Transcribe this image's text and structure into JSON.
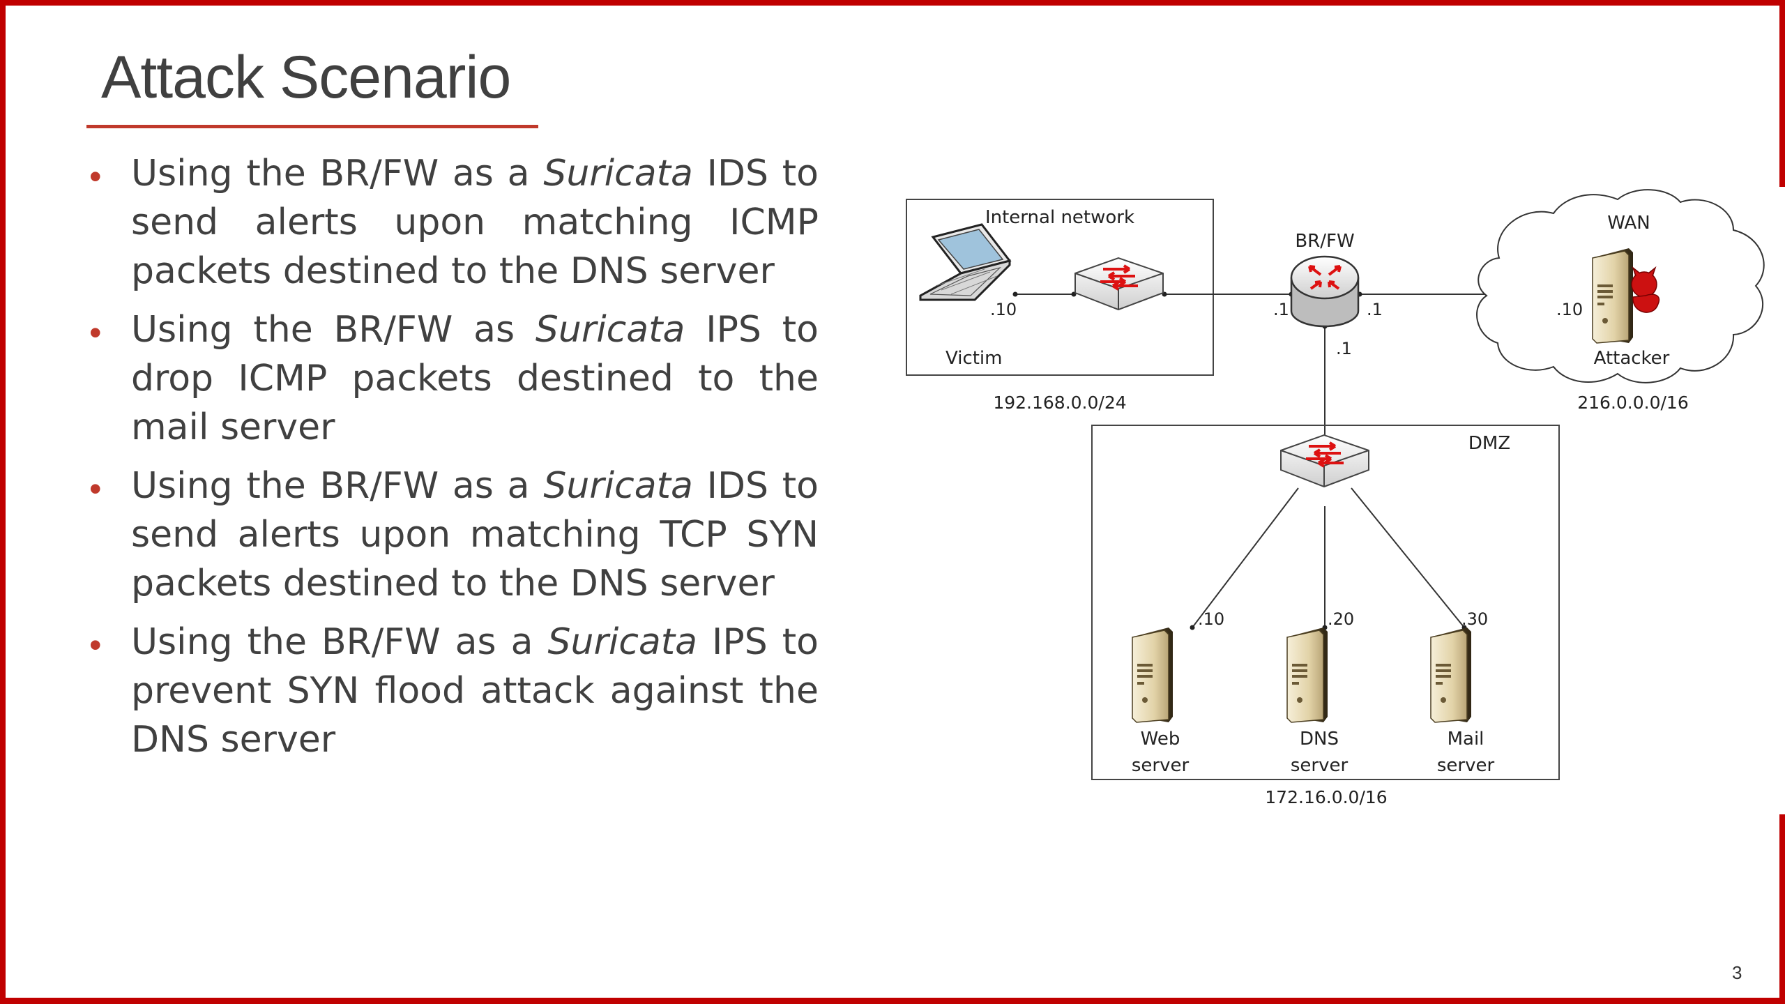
{
  "slide": {
    "title": "Attack Scenario",
    "page_number": "3",
    "colors": {
      "accent": "#c00000",
      "bullet": "#c0392b",
      "text": "#404040"
    }
  },
  "bullets": [
    {
      "pre": "Using the BR/FW as a ",
      "em": "Suricata",
      "post": " IDS to send alerts upon matching ICMP packets destined to the DNS server"
    },
    {
      "pre": "Using the BR/FW as ",
      "em": "Suricata",
      "post": " IPS to drop ICMP packets destined to the mail server"
    },
    {
      "pre": "Using the BR/FW as a ",
      "em": "Suricata",
      "post": " IDS to send alerts upon matching TCP SYN packets destined to the DNS server"
    },
    {
      "pre": "Using the BR/FW as a ",
      "em": "Suricata",
      "post": " IPS to prevent SYN flood attack against the DNS server"
    }
  ],
  "diagram": {
    "internal": {
      "label": "Internal network",
      "subnet": "192.168.0.0/24",
      "victim_label": "Victim",
      "victim_ip": ".10",
      "router_ip": ".1"
    },
    "router": {
      "label": "BR/FW",
      "wan_ip": ".1",
      "dmz_ip": ".1"
    },
    "wan": {
      "label": "WAN",
      "subnet": "216.0.0.0/16",
      "attacker_label": "Attacker",
      "attacker_ip": ".10"
    },
    "dmz": {
      "label": "DMZ",
      "subnet": "172.16.0.0/16",
      "web": {
        "line1": "Web",
        "line2": "server",
        "ip": ".10"
      },
      "dns": {
        "line1": "DNS",
        "line2": "server",
        "ip": ".20"
      },
      "mail": {
        "line1": "Mail",
        "line2": "server",
        "ip": ".30"
      }
    },
    "icons": [
      "laptop-icon",
      "switch-icon",
      "router-icon",
      "cloud-icon",
      "server-icon",
      "attacker-icon"
    ]
  }
}
